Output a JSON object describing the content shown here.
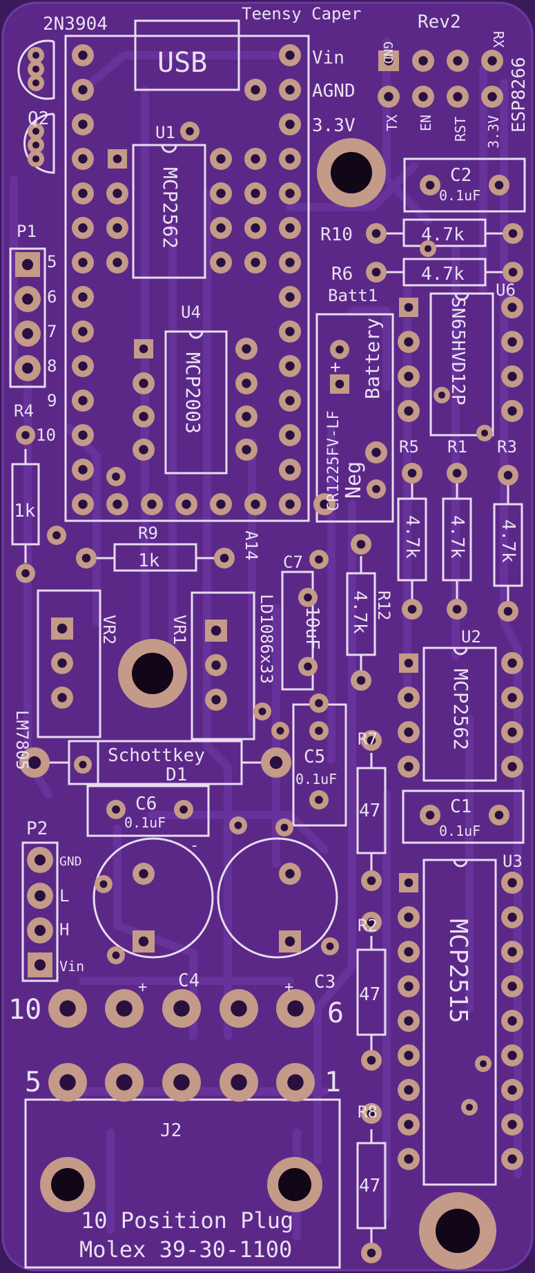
{
  "board": {
    "title": "Teensy Caper",
    "revision": "Rev2",
    "colors": {
      "soldermask": "#5c2a8a",
      "copper_pad": "#c49a88",
      "silkscreen": "#e8dcef",
      "drill": "#12061c"
    }
  },
  "header_labels": {
    "usb": "USB",
    "vin": "Vin",
    "agnd": "AGND",
    "v33": "3.3V",
    "a14": "A14"
  },
  "esp": {
    "name": "ESP8266",
    "top": [
      "GND",
      "",
      "",
      ""
    ],
    "bottom": [
      "TX",
      "EN",
      "RST",
      "3.3V"
    ],
    "rx": "RX"
  },
  "pin_numbers_left": [
    "5",
    "6",
    "7",
    "8",
    "9",
    "10"
  ],
  "connector_p1": "P1",
  "connector_p2": {
    "name": "P2",
    "pins": [
      "GND",
      "L",
      "H",
      "Vin"
    ]
  },
  "components": {
    "q1": "2N3904",
    "q2": "Q2",
    "u1": {
      "ref": "U1",
      "part": "MCP2562"
    },
    "u4": {
      "ref": "U4",
      "part": "MCP2003"
    },
    "u2": {
      "ref": "U2",
      "part": "MCP2562"
    },
    "u3": {
      "ref": "U3",
      "part": "MCP2515"
    },
    "u6": {
      "ref": "U6",
      "part": "SN65HVD12P"
    },
    "c2": {
      "ref": "C2",
      "value": "0.1uF"
    },
    "c1": {
      "ref": "C1",
      "value": "0.1uF"
    },
    "c5": {
      "ref": "C5",
      "value": "0.1uF"
    },
    "c6": {
      "ref": "C6",
      "value": "0.1uF"
    },
    "c7": {
      "ref": "C7",
      "value": "10uF"
    },
    "c3": "C3",
    "c4": "C4",
    "r10": {
      "ref": "R10",
      "value": "4.7k"
    },
    "r6": {
      "ref": "R6",
      "value": "4.7k"
    },
    "r4": {
      "ref": "R4",
      "value": "1k"
    },
    "r9": {
      "ref": "R9",
      "value": "1k"
    },
    "r12": {
      "ref": "R12",
      "value": "4.7k"
    },
    "r5": {
      "ref": "R5",
      "value": "4.7k"
    },
    "r1": {
      "ref": "R1",
      "value": "4.7k"
    },
    "r3": {
      "ref": "R3",
      "value": "4.7k"
    },
    "r7": {
      "ref": "R7",
      "value": "47"
    },
    "r2": {
      "ref": "R2",
      "value": "47"
    },
    "r8": {
      "ref": "R8",
      "value": "47"
    },
    "batt": {
      "ref": "Batt1",
      "label1": "Battery",
      "label2": "CR1225FV-LF",
      "neg": "Neg",
      "plus": "+"
    },
    "vr2": {
      "ref": "VR2",
      "part": "LM7805"
    },
    "vr1": {
      "ref": "VR1",
      "part": "LD1086x33"
    },
    "d1": {
      "ref": "D1",
      "part": "Schottkey"
    },
    "j2": {
      "ref": "J2",
      "line1": "10 Position Plug",
      "line2": "Molex 39-30-1100",
      "pin10": "10",
      "pin6": "6",
      "pin5": "5",
      "pin1": "1"
    },
    "plus": "+",
    "minus": "-"
  }
}
